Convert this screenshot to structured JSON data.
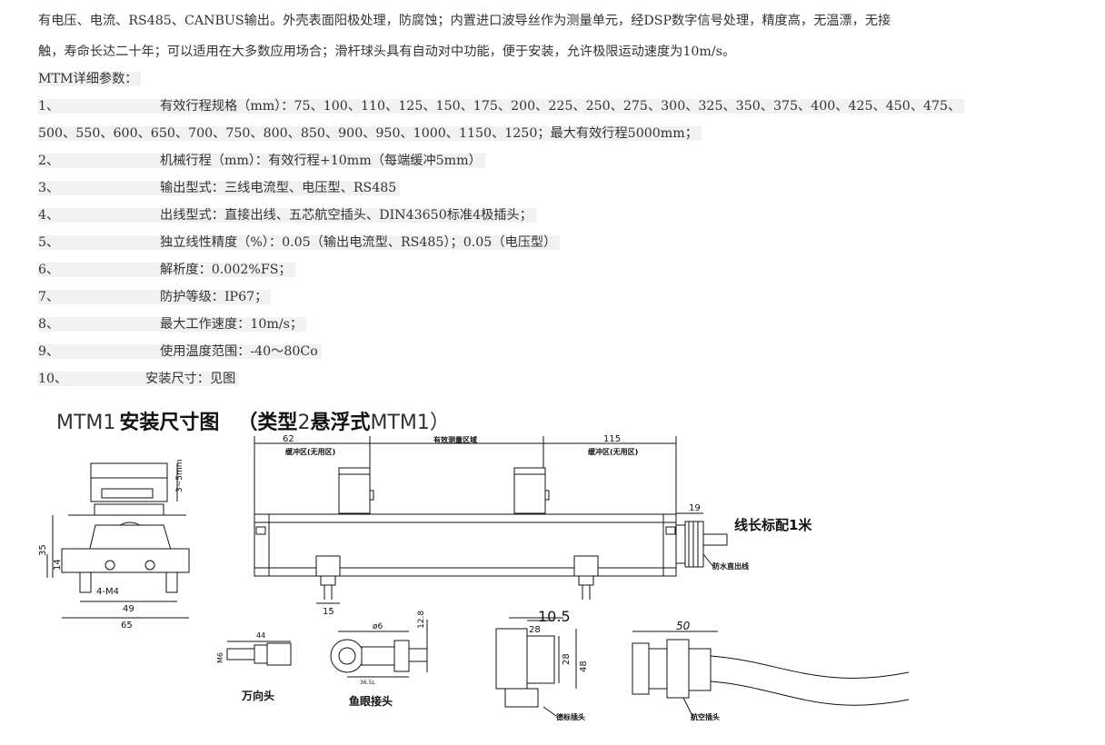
{
  "intro": {
    "line1": "有电压、电流、RS485、CANBUS输出。外壳表面阳极处理，防腐蚀；内置进口波导丝作为测量单元，经DSP数字信号处理，精度高，无温漂，无接",
    "line2": "触，寿命长达二十年；可以适用在大多数应用场合；滑杆球头具有自动对中功能，便于安装，允许极限运动速度为10m/s。",
    "heading": "MTM详细参数："
  },
  "params": [
    {
      "num": "1、",
      "text": "有效行程规格（mm）：75、100、110、125、150、175、200、225、250、275、300、325、350、375、400、425、450、475、"
    },
    {
      "num": "",
      "text": "500、550、600、650、700、750、800、850、900、950、1000、1150、1250；最大有效行程5000mm；"
    },
    {
      "num": "2、",
      "text": "机械行程（mm）：有效行程+10mm（每端缓冲5mm）"
    },
    {
      "num": "3、",
      "text": "输出型式：三线电流型、电压型、RS485"
    },
    {
      "num": "4、",
      "text": "出线型式：直接出线、五芯航空插头、DIN43650标准4极插头；"
    },
    {
      "num": "5、",
      "text": "独立线性精度（%）：0.05（输出电流型、RS485）；0.05（电压型）"
    },
    {
      "num": "6、",
      "text": "解析度：0.002%FS；"
    },
    {
      "num": "7、",
      "text": "防护等级：IP67；"
    },
    {
      "num": "8、",
      "text": "最大工作速度：10m/s；"
    },
    {
      "num": "9、",
      "text": "使用温度范围：-40～80Co"
    },
    {
      "num": "10、",
      "text": "安装尺寸：见图"
    }
  ],
  "drawing": {
    "title_a": "MTM1",
    "title_b": "安装尺寸图",
    "title_c": "（类型",
    "title_d": "2",
    "title_e": "悬浮式",
    "title_f": "MTM1）",
    "dim_62": "62",
    "dim_115": "115",
    "label_buffer_left": "缓冲区(无用区)",
    "label_effective": "有效测量区域",
    "label_buffer_right": "缓冲区(无用区)",
    "dim_19": "19",
    "cable_label": "线长标配1米",
    "waterproof_label": "防水直出线",
    "dim_15": "15",
    "dim_3_5": "3~5mm",
    "dim_35": "35",
    "dim_14": "14",
    "dim_4m4": "4-M4",
    "dim_49": "49",
    "dim_65": "65",
    "dim_44": "44",
    "dim_m6": "M6",
    "universal_joint": "万向头",
    "dim_phi6": "ø6",
    "dim_12_8": "12.8",
    "dim_36_5": "36.5L",
    "eye_joint": "鱼眼接头",
    "dim_10_5": "10.5",
    "dim_28a": "28",
    "dim_28b": "28",
    "dim_48": "48",
    "din_plug": "德标插头",
    "dim_50": "50",
    "aviation_plug": "航空插头"
  }
}
